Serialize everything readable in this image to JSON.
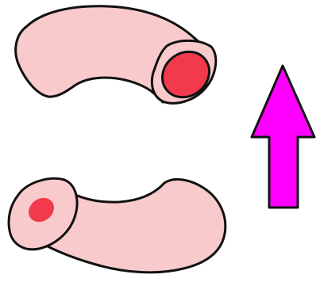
{
  "figure": {
    "background": "#ffffff",
    "colors": {
      "tube_fill": "#f8cacc",
      "tube_stroke": "#111111",
      "opening_inner_fill": "#f33a4d",
      "arrow_fill": "#ff00ff",
      "arrow_stroke": "#111111"
    },
    "top_tube": {
      "name": "top-curved-tube",
      "open_end": "right",
      "inner_opening": "large"
    },
    "bottom_tube": {
      "name": "bottom-curved-tube",
      "open_end": "left",
      "inner_opening": "small"
    },
    "arrow": {
      "name": "upward-arrow",
      "direction": "up"
    }
  }
}
